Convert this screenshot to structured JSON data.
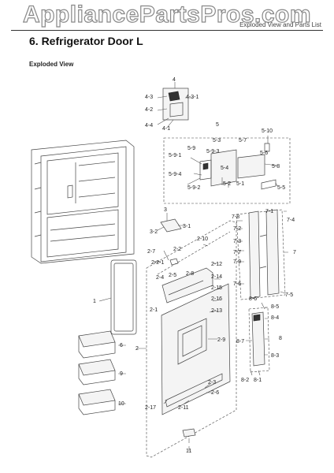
{
  "watermark": "AppliancePartsPros.com",
  "header_note": "Exploded View and Parts List",
  "title": "6.  Refrigerator Door L",
  "subtitle": "Exploded View",
  "labels": {
    "l4": "4",
    "l4_3": "4-3",
    "l4_3_1": "4-3-1",
    "l4_2": "4-2",
    "l4_4": "4-4",
    "l4_1": "4-1",
    "l5": "5",
    "l5_10": "5-10",
    "l5_9": "5-9",
    "l5_3": "5-3",
    "l5_7": "5-7",
    "l5_9_3": "5-9-3",
    "l5_9_1": "5-9-1",
    "l5_6": "5-6",
    "l5_8": "5-8",
    "l5_4": "5-4",
    "l5_9_4": "5-9-4",
    "l5_2": "5-2",
    "l5_1": "5-1",
    "l5_9_2": "5-9-2",
    "l5_5": "5-5",
    "l3": "3",
    "l3_2": "3-2",
    "l3_1": "3-1",
    "l2_10": "2-10",
    "l2_7": "2-7",
    "l2_2": "2-2",
    "l2_2_1": "2-2-1",
    "l2_12": "2-12",
    "l2_4": "2-4",
    "l2_5": "2-5",
    "l2_8": "2-8",
    "l2_14": "2-14",
    "l2_15": "2-15",
    "l2_16": "2-16",
    "l2_1": "2-1",
    "l2_13": "2-13",
    "l1": "1",
    "l2": "2",
    "l2_9": "2-9",
    "l2_3": "2-3",
    "l2_6": "2-6",
    "l2_17": "2-17",
    "l2_11": "2-11",
    "l6": "6",
    "l9": "9",
    "l10": "10",
    "l11": "11",
    "l7_1": "7-1",
    "l7_8": "7-8",
    "l7_4": "7-4",
    "l7_2": "7-2",
    "l7_3": "7-3",
    "l7": "7",
    "l7_7": "7-7",
    "l7_9": "7-9",
    "l7_6": "7-6",
    "l7_5": "7-5",
    "l8_6": "8-6",
    "l8_5": "8-5",
    "l8_4": "8-4",
    "l8_7": "8-7",
    "l8": "8",
    "l8_3": "8-3",
    "l8_2": "8-2",
    "l8_1": "8-1"
  }
}
